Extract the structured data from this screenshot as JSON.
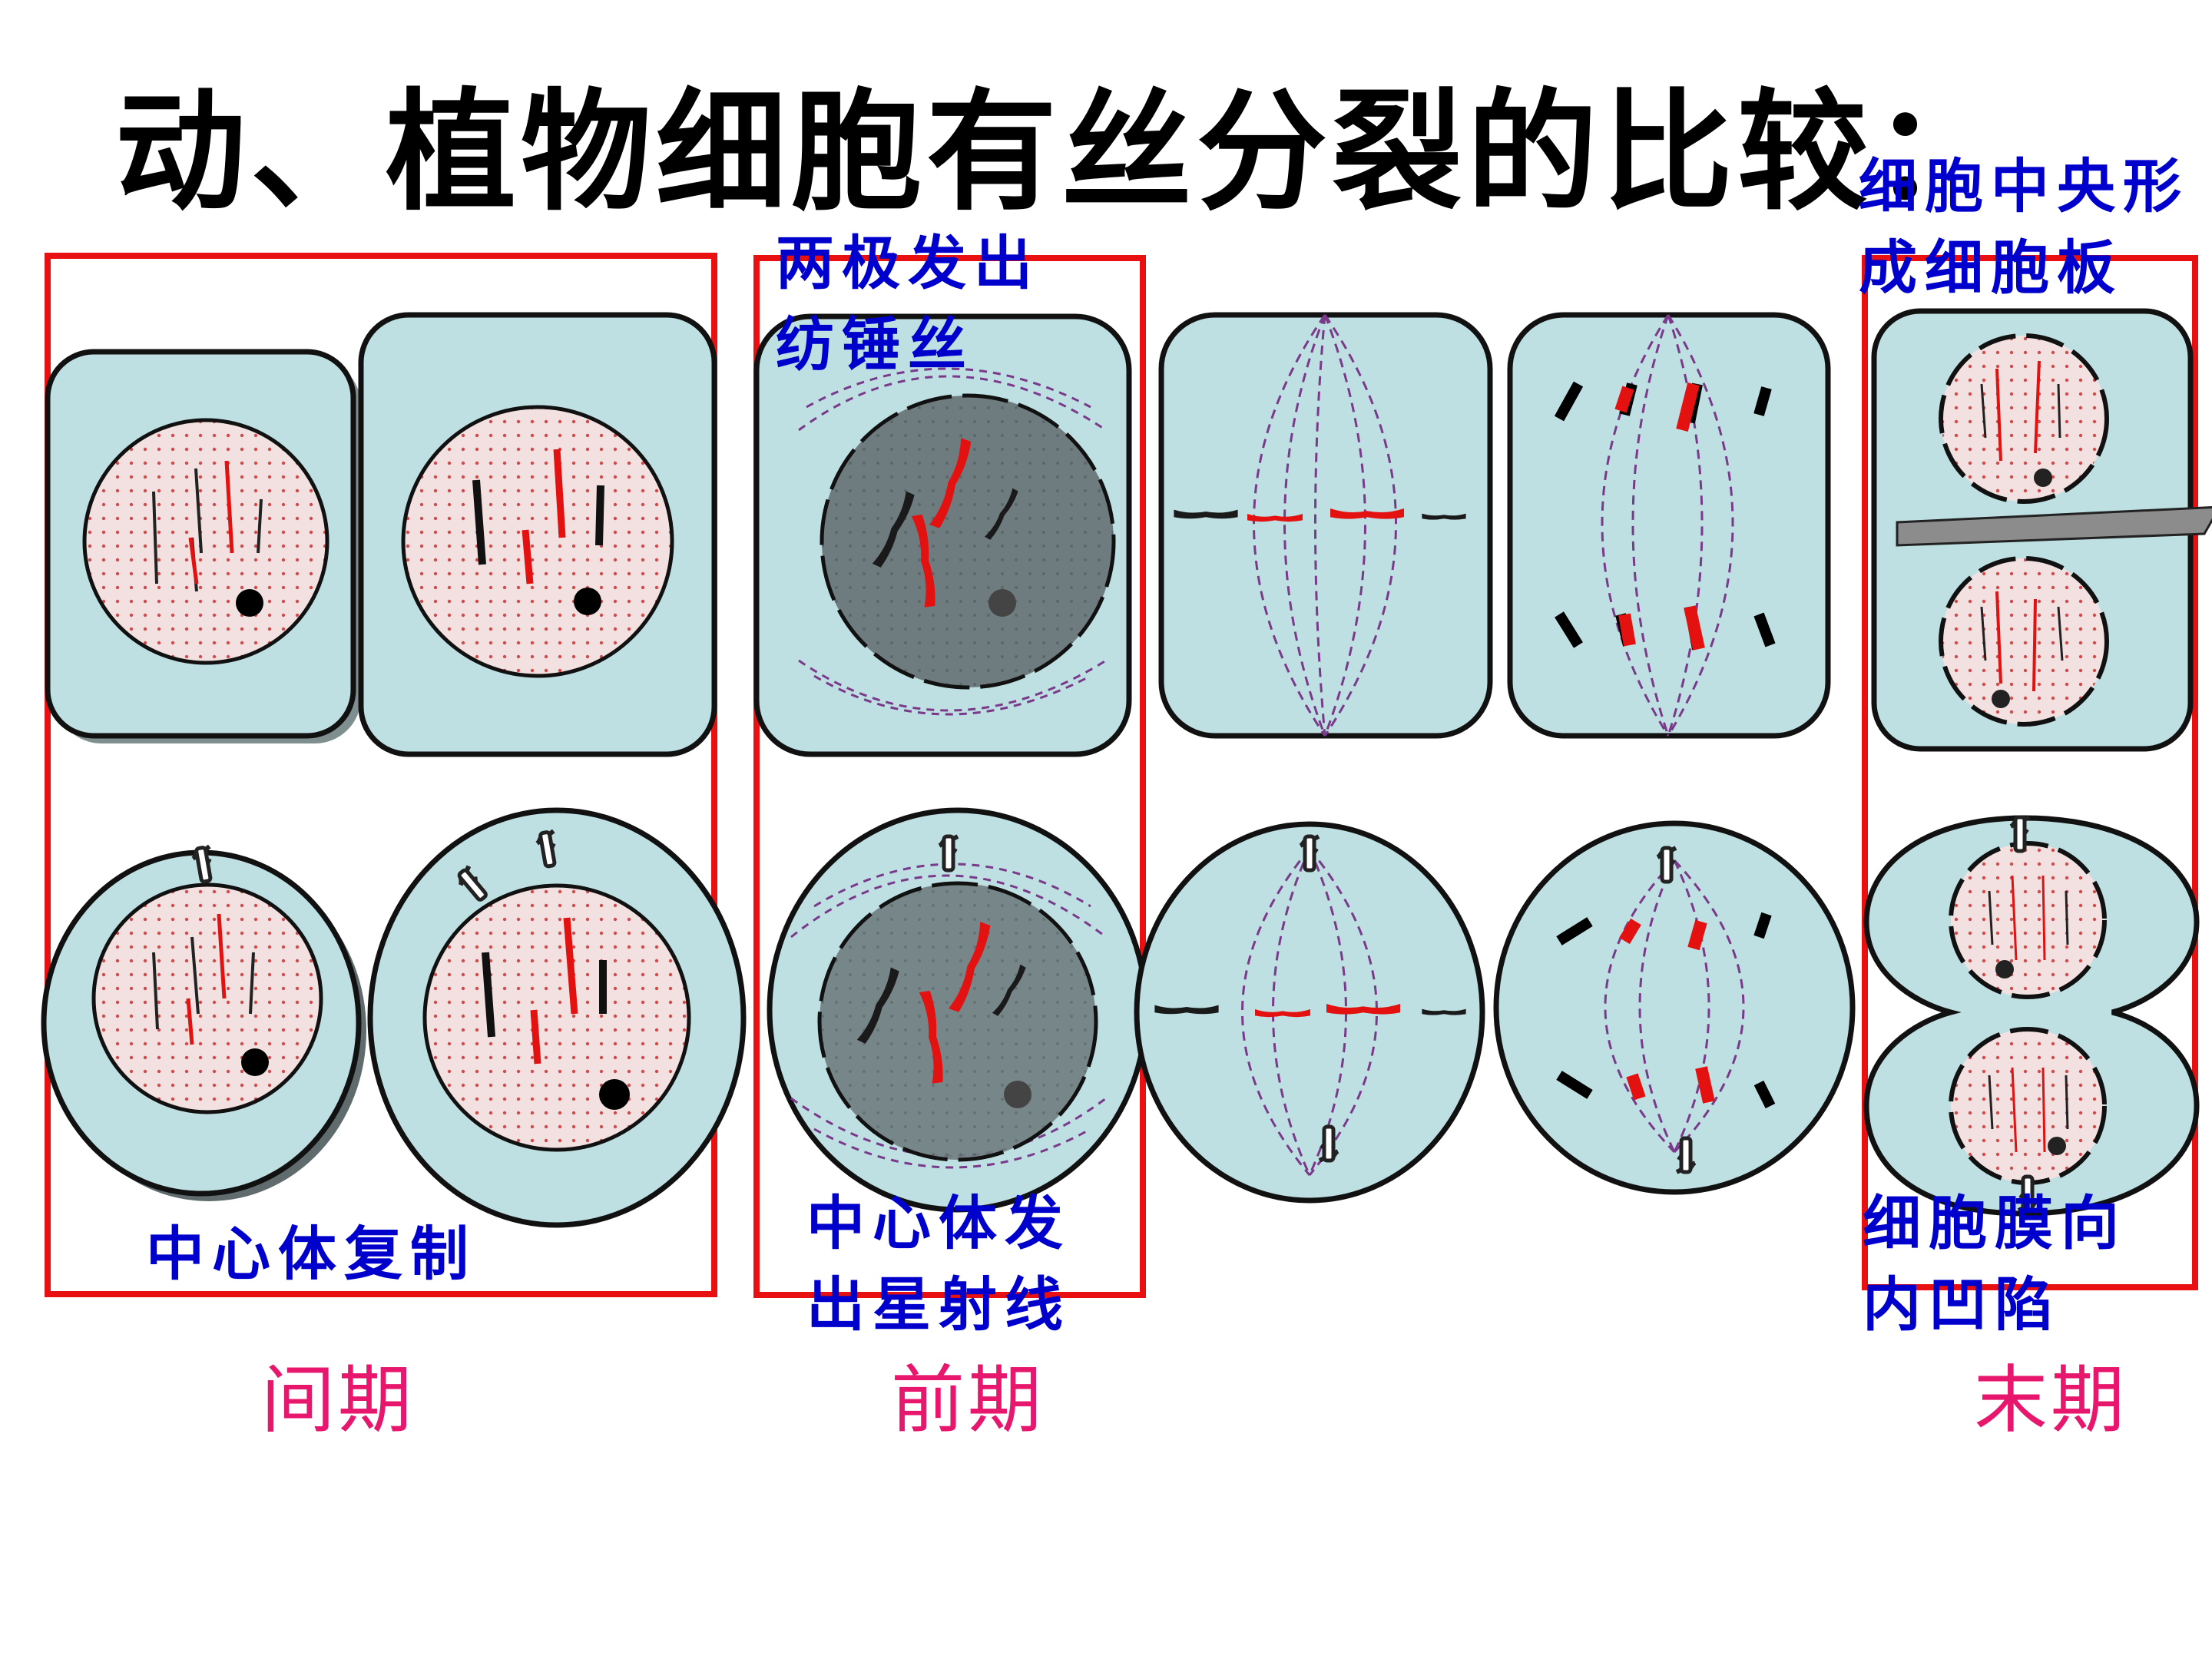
{
  "title": "动、植物细胞有丝分裂的比较：",
  "annotations": {
    "spindle": [
      "两极发出",
      "纺锤丝"
    ],
    "cell_plate": [
      "细胞中央形",
      "成细胞板"
    ],
    "centriole_dup": [
      "中心体复制"
    ],
    "aster": [
      "中心体发",
      "出星射线"
    ],
    "furrow": [
      "细胞膜向",
      "内凹陷"
    ]
  },
  "phases": {
    "interphase": "间期",
    "prophase": "前期",
    "telophase": "末期"
  },
  "colors": {
    "cytoplasm": "#bfe0e3",
    "nucleus": "#f3e1e1",
    "chromosome_red": "#e41111",
    "chromosome_black": "#1a1a1a",
    "spindle": "#7a3a8a",
    "frame": "#e81010",
    "note": "#0000cc",
    "phase_label": "#e8176e"
  }
}
